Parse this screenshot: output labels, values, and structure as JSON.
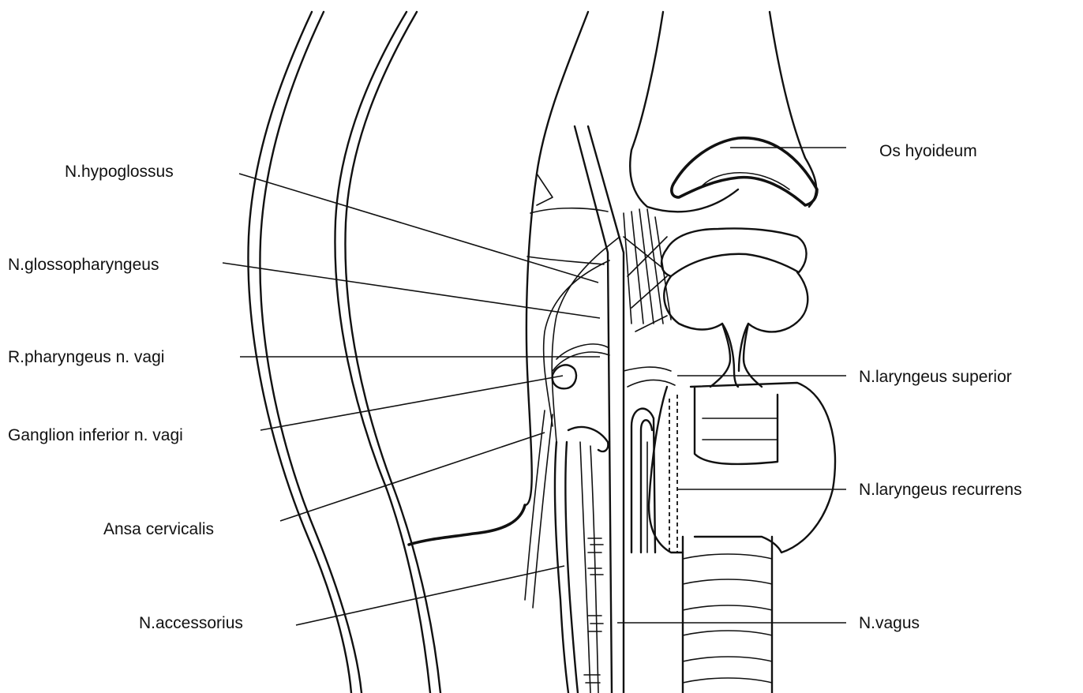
{
  "labels": {
    "hypoglossus": "N.hypoglossus",
    "glossopharyngeus": "N.glossopharyngeus",
    "pharyngeus_vagi": "R.pharyngeus n. vagi",
    "ganglion_inferior": "Ganglion inferior n. vagi",
    "ansa_cervicalis": "Ansa cervicalis",
    "accessorius": "N.accessorius",
    "os_hyoideum": "Os hyoideum",
    "laryngeus_superior": "N.laryngeus superior",
    "laryngeus_recurrens": "N.laryngeus recurrens",
    "vagus": "N.vagus"
  }
}
